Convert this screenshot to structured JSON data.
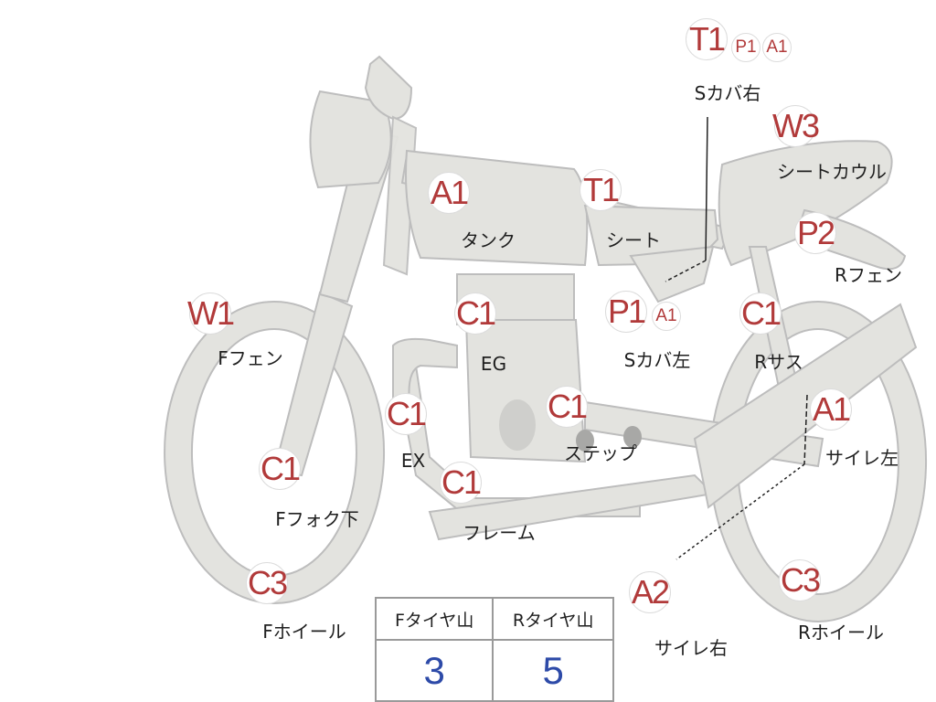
{
  "badges": [
    {
      "id": "t1-top",
      "text": "T1",
      "size": "big"
    },
    {
      "id": "p1-top",
      "text": "P1",
      "size": "small"
    },
    {
      "id": "a1-top",
      "text": "A1",
      "size": "small"
    },
    {
      "id": "w3",
      "text": "W3",
      "size": "big"
    },
    {
      "id": "a1-tank",
      "text": "A1",
      "size": "big"
    },
    {
      "id": "t1-seat",
      "text": "T1",
      "size": "big"
    },
    {
      "id": "p2",
      "text": "P2",
      "size": "big"
    },
    {
      "id": "w1",
      "text": "W1",
      "size": "big"
    },
    {
      "id": "c1-eg",
      "text": "C1",
      "size": "big"
    },
    {
      "id": "p1-left",
      "text": "P1",
      "size": "big"
    },
    {
      "id": "a1-left-small",
      "text": "A1",
      "size": "small"
    },
    {
      "id": "c1-rsus",
      "text": "C1",
      "size": "big"
    },
    {
      "id": "c1-ex",
      "text": "C1",
      "size": "big"
    },
    {
      "id": "c1-step",
      "text": "C1",
      "size": "big"
    },
    {
      "id": "a1-silencer",
      "text": "A1",
      "size": "big"
    },
    {
      "id": "c1-ffork",
      "text": "C1",
      "size": "big"
    },
    {
      "id": "c1-frame",
      "text": "C1",
      "size": "big"
    },
    {
      "id": "c3-fwheel",
      "text": "C3",
      "size": "big"
    },
    {
      "id": "a2",
      "text": "A2",
      "size": "big"
    },
    {
      "id": "c3-rwheel",
      "text": "C3",
      "size": "big"
    }
  ],
  "labels": {
    "s_cover_right": "Sカバ右",
    "seat_cowl": "シートカウル",
    "tank": "タンク",
    "seat": "シート",
    "r_fender": "Rフェン",
    "f_fender": "Fフェン",
    "eg": "EG",
    "s_cover_left": "Sカバ左",
    "r_sus": "Rサス",
    "ex": "EX",
    "step": "ステップ",
    "silencer_left": "サイレ左",
    "f_fork_lower": "Fフォク下",
    "frame": "フレーム",
    "f_wheel": "Fホイール",
    "silencer_right": "サイレ右",
    "r_wheel": "Rホイール"
  },
  "tires": {
    "headers": [
      "Fタイヤ山",
      "Rタイヤ山"
    ],
    "values": [
      "3",
      "5"
    ]
  },
  "colors": {
    "badge_text": "#b13a3a",
    "part_fill": "#e3e3df",
    "part_stroke": "#bdbdbd",
    "tire_value": "#2d4aa8"
  }
}
